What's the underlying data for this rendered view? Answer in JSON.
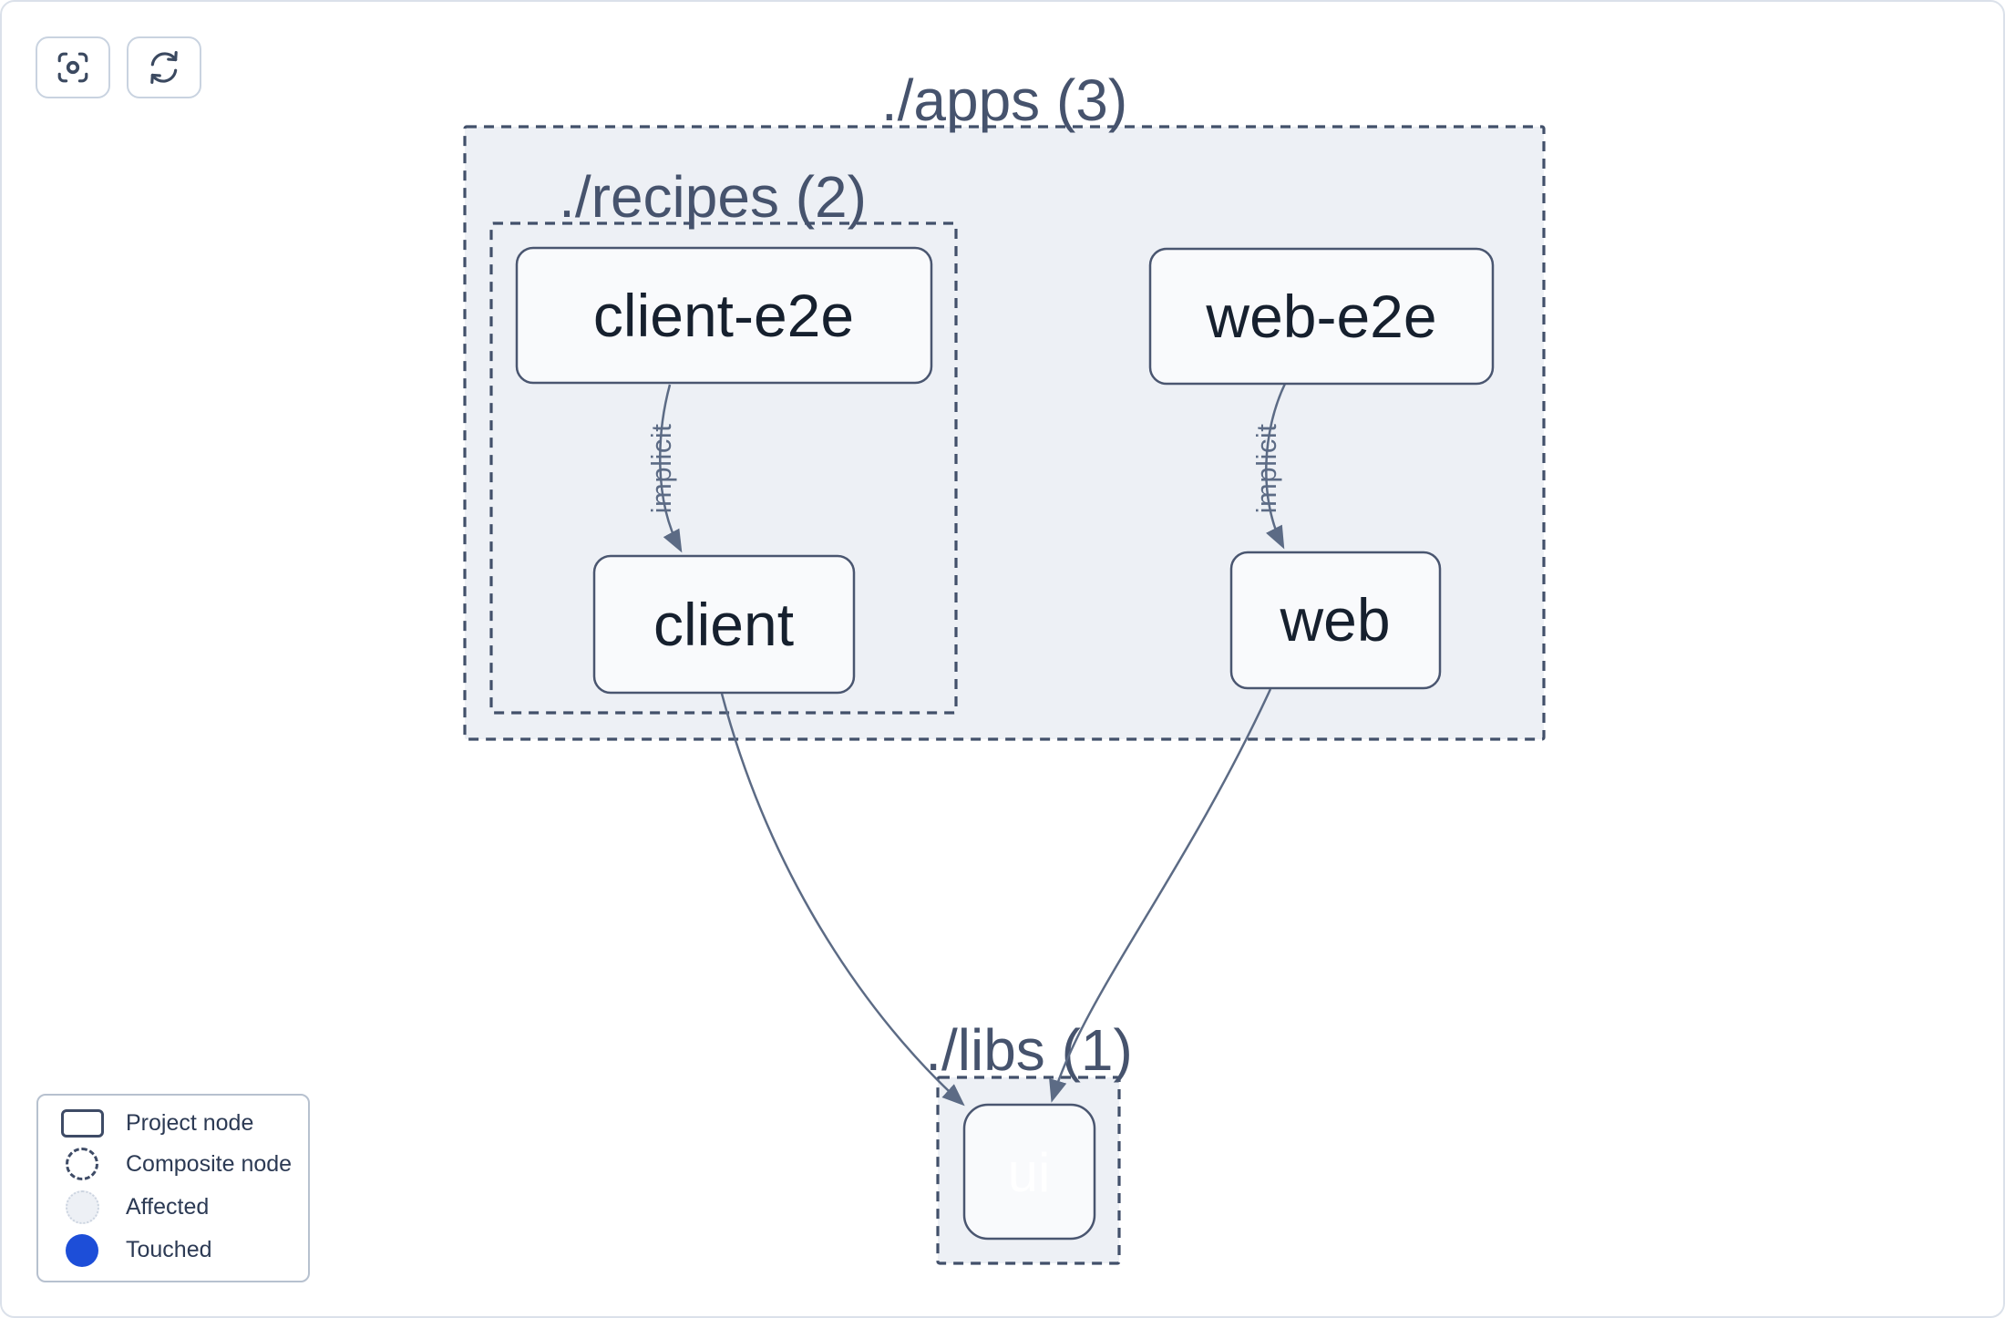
{
  "toolbar": {
    "focus_button_icon": "focus-icon",
    "refresh_button_icon": "refresh-icon"
  },
  "graph": {
    "containers": [
      {
        "id": "apps",
        "title": "./apps (3)",
        "count": 3
      },
      {
        "id": "recipes",
        "title": "./recipes (2)",
        "count": 2
      },
      {
        "id": "libs",
        "title": "./libs (1)",
        "count": 1
      }
    ],
    "nodes": [
      {
        "id": "client-e2e",
        "label": "client-e2e",
        "state": "default"
      },
      {
        "id": "web-e2e",
        "label": "web-e2e",
        "state": "default"
      },
      {
        "id": "client",
        "label": "client",
        "state": "default"
      },
      {
        "id": "web",
        "label": "web",
        "state": "default"
      },
      {
        "id": "ui",
        "label": "ui",
        "state": "touched"
      }
    ],
    "edges": [
      {
        "from": "client-e2e",
        "to": "client",
        "label": "implicit"
      },
      {
        "from": "web-e2e",
        "to": "web",
        "label": "implicit"
      },
      {
        "from": "client",
        "to": "ui",
        "label": ""
      },
      {
        "from": "web",
        "to": "ui",
        "label": ""
      }
    ]
  },
  "legend": {
    "items": [
      {
        "label": "Project node",
        "swatch": "project-node-swatch"
      },
      {
        "label": "Composite node",
        "swatch": "composite-node-swatch"
      },
      {
        "label": "Affected",
        "swatch": "affected-swatch"
      },
      {
        "label": "Touched",
        "swatch": "touched-swatch"
      }
    ]
  },
  "colors": {
    "touched_node_fill": "#2563eb",
    "touched_legend_fill": "#1d4ed8",
    "affected_fill": "#edf0f5",
    "container_fill": "#edf0f5",
    "dash_stroke": "#42506a",
    "edge_stroke": "#5c6b85",
    "node_text": "#16202e",
    "title_text": "#46536d"
  }
}
